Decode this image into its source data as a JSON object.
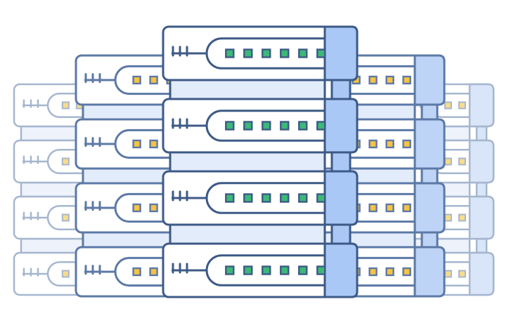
{
  "illustration": {
    "subject": "server-rack-stacks",
    "icons": [
      "server-unit-icon",
      "status-led-icon",
      "vent-slots-icon",
      "side-panel-icon"
    ],
    "colors": {
      "background": "#ffffff",
      "front_outline": "#3d5a86",
      "front_fill": "#ffffff",
      "front_side": "#a9c8f5",
      "front_gap": "#e3ecfb",
      "mid_outline": "#5c79a6",
      "mid_side": "#bdd4f7",
      "back_outline": "#a6b6cf",
      "back_side": "#d9e5f8",
      "back_gap": "#eef3fb",
      "led_green": "#3cb878",
      "led_yellow": "#f6c343",
      "led_back_yellow": "#f9dc8a"
    },
    "layers": [
      {
        "name": "back",
        "units": 4,
        "leds_per_unit": 2,
        "led_color": "led_back_yellow"
      },
      {
        "name": "mid",
        "units": 4,
        "leds_per_unit": 4,
        "led_color": "led_yellow"
      },
      {
        "name": "front",
        "units": 4,
        "leds_per_unit": 6,
        "led_color": "led_green"
      }
    ]
  }
}
